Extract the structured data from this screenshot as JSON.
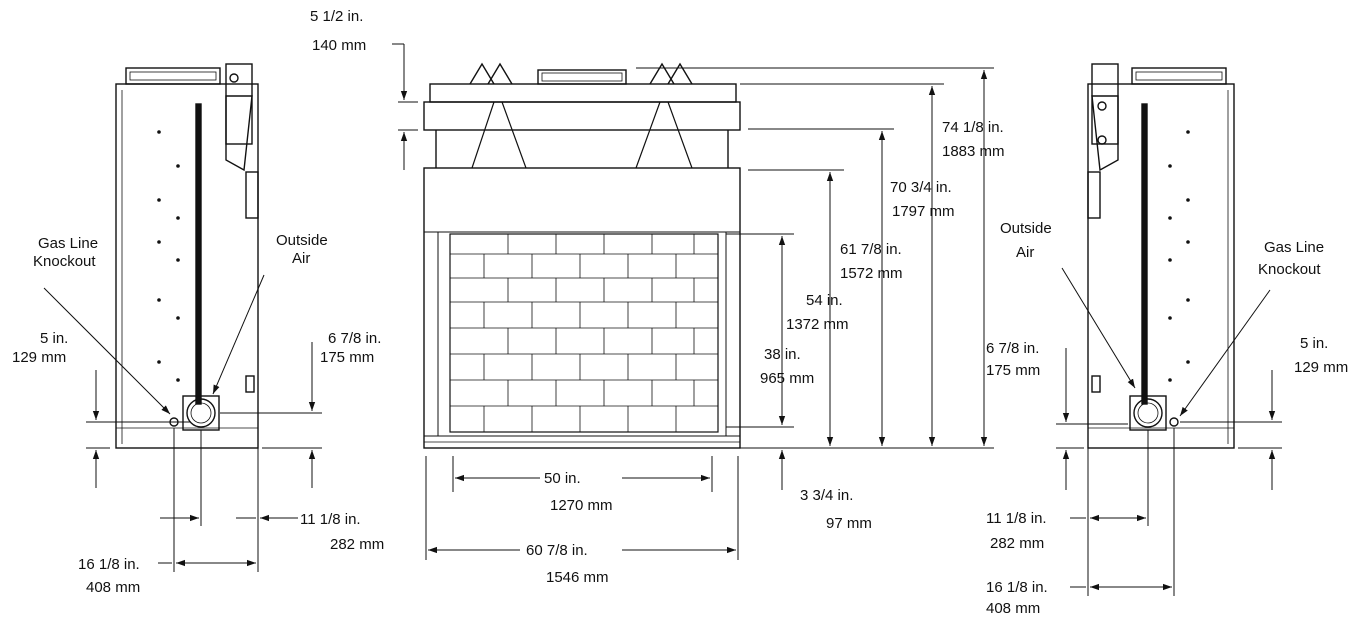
{
  "left_view": {
    "gas_line_label": [
      "Gas Line",
      "Knockout"
    ],
    "outside_air_label": [
      "Outside",
      "Air"
    ],
    "dims": {
      "gas_height": [
        "5 in.",
        "129 mm"
      ],
      "air_height": [
        "6 7/8 in.",
        "175 mm"
      ],
      "air_depth": [
        "11 1/8 in.",
        "282 mm"
      ],
      "gas_depth": [
        "16 1/8 in.",
        "408 mm"
      ]
    }
  },
  "front_view": {
    "dims": {
      "top_offset": [
        "5 1/2 in.",
        "140 mm"
      ],
      "overall_height": [
        "74 1/8 in.",
        "1883 mm"
      ],
      "hood_height": [
        "70 3/4 in.",
        "1797 mm"
      ],
      "face_height": [
        "61 7/8 in.",
        "1572 mm"
      ],
      "opening_top": [
        "54 in.",
        "1372 mm"
      ],
      "opening_height": [
        "38 in.",
        "965 mm"
      ],
      "opening_width": [
        "50 in.",
        "1270 mm"
      ],
      "base_height": [
        "3 3/4 in.",
        "97 mm"
      ],
      "overall_width": [
        "60 7/8 in.",
        "1546 mm"
      ]
    }
  },
  "right_view": {
    "gas_line_label": [
      "Gas Line",
      "Knockout"
    ],
    "outside_air_label": [
      "Outside",
      "Air"
    ],
    "dims": {
      "air_height": [
        "6 7/8 in.",
        "175 mm"
      ],
      "gas_height": [
        "5 in.",
        "129 mm"
      ],
      "air_depth": [
        "11 1/8 in.",
        "282 mm"
      ],
      "gas_depth": [
        "16 1/8 in.",
        "408 mm"
      ]
    }
  }
}
